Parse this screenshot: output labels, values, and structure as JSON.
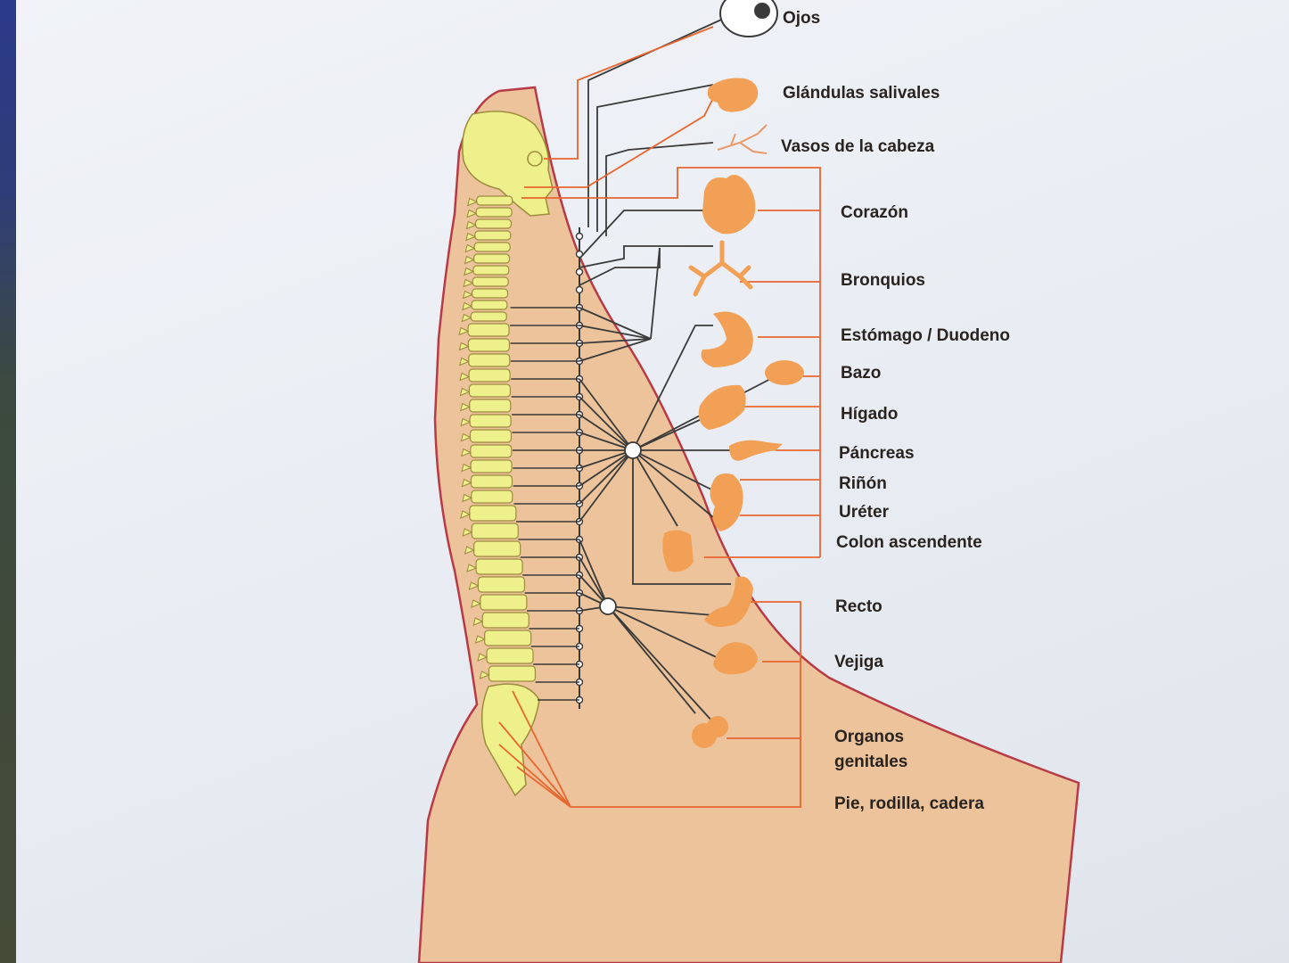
{
  "labels": {
    "ojos": "Ojos",
    "glandulas": "Glándulas salivales",
    "vasos": "Vasos de la cabeza",
    "corazon": "Corazón",
    "bronquios": "Bronquios",
    "estomago": "Estómago / Duodeno",
    "bazo": "Bazo",
    "higado": "Hígado",
    "pancreas": "Páncreas",
    "rinon": "Riñón",
    "ureter": "Uréter",
    "colon": "Colon ascendente",
    "recto": "Recto",
    "vejiga": "Vejiga",
    "organos_1": "Organos",
    "organos_2": "genitales",
    "pie": "Pie, rodilla, cadera"
  },
  "colors": {
    "body": "#ecc39a",
    "outline": "#b83a46",
    "bone": "#eef08c",
    "organ": "#f2a055",
    "nerve_orange": "#e8652e",
    "nerve_dark": "#3a3a3a"
  }
}
